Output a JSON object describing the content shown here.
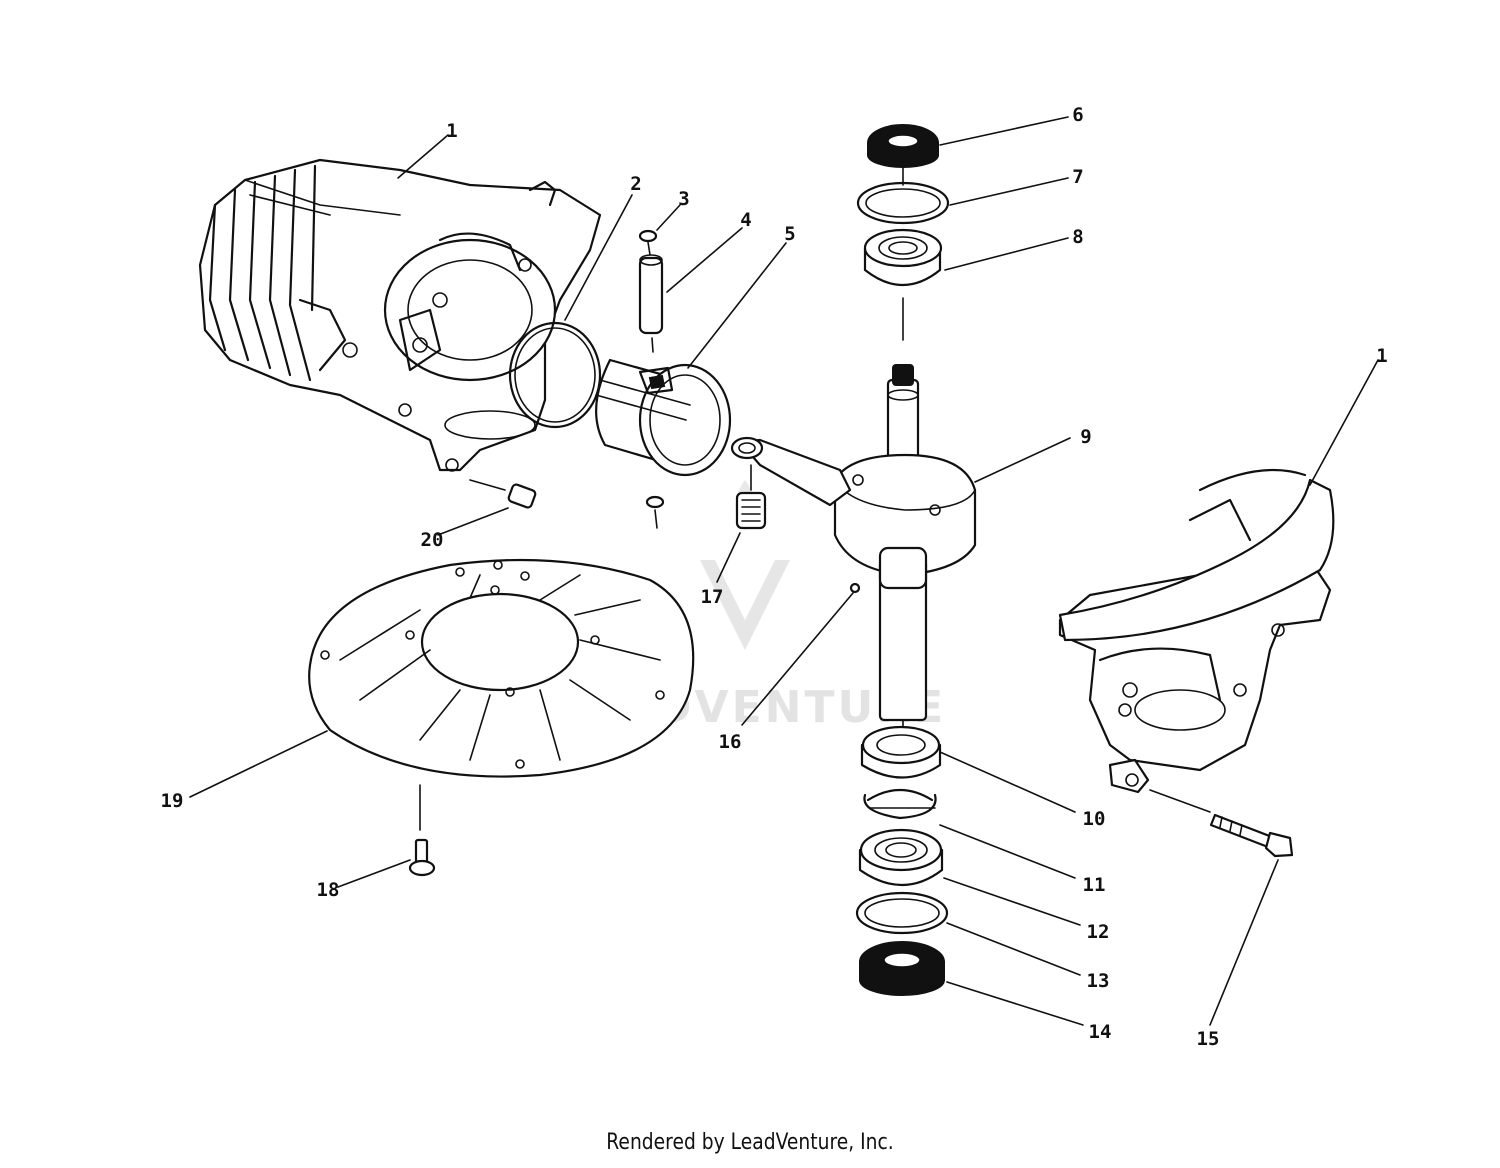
{
  "watermark": {
    "text": "LEADVENTURE"
  },
  "credit": "Rendered by LeadVenture, Inc.",
  "callouts": [
    {
      "id": "c1a",
      "label": "1"
    },
    {
      "id": "c2",
      "label": "2"
    },
    {
      "id": "c3",
      "label": "3"
    },
    {
      "id": "c4",
      "label": "4"
    },
    {
      "id": "c5",
      "label": "5"
    },
    {
      "id": "c6",
      "label": "6"
    },
    {
      "id": "c7",
      "label": "7"
    },
    {
      "id": "c8",
      "label": "8"
    },
    {
      "id": "c9",
      "label": "9"
    },
    {
      "id": "c1b",
      "label": "1"
    },
    {
      "id": "c10",
      "label": "10"
    },
    {
      "id": "c11",
      "label": "11"
    },
    {
      "id": "c12",
      "label": "12"
    },
    {
      "id": "c13",
      "label": "13"
    },
    {
      "id": "c14",
      "label": "14"
    },
    {
      "id": "c15",
      "label": "15"
    },
    {
      "id": "c16",
      "label": "16"
    },
    {
      "id": "c17",
      "label": "17"
    },
    {
      "id": "c18",
      "label": "18"
    },
    {
      "id": "c19",
      "label": "19"
    },
    {
      "id": "c20",
      "label": "20"
    }
  ]
}
